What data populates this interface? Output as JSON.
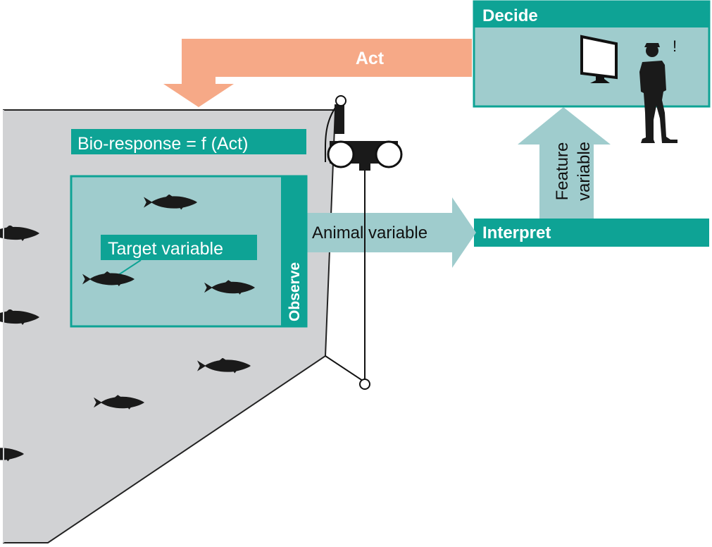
{
  "labels": {
    "decide": "Decide",
    "act": "Act",
    "bio_response": "Bio-response = f (Act)",
    "target_variable": "Target variable",
    "observe": "Observe",
    "animal_variable": "Animal variable",
    "interpret": "Interpret",
    "feature_line1": "Feature",
    "feature_line2": "variable",
    "exclamation": "!"
  },
  "colors": {
    "teal": "#0ea395",
    "teal_light": "#9fcccd",
    "act_orange": "#f6a987",
    "pen_gray": "#d1d2d4",
    "silhouette": "#1a1a1a"
  },
  "icons": {
    "monitor": "computer-monitor-icon",
    "person": "person-silhouette-icon",
    "fish": "fish-icon",
    "sensor": "sensor-buoy-icon"
  }
}
